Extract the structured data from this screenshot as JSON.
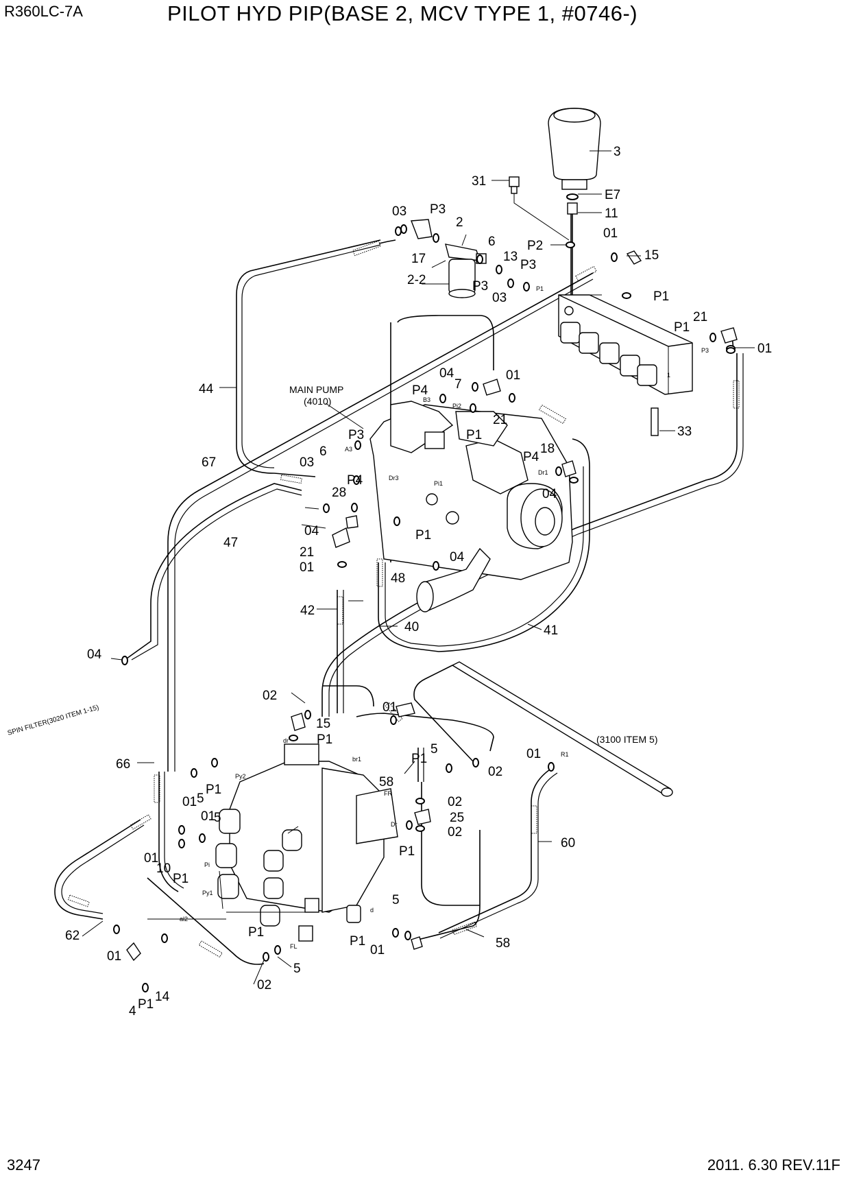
{
  "header": {
    "model": "R360LC-7A",
    "title": "PILOT HYD PIP(BASE 2, MCV TYPE 1, #0746-)"
  },
  "footer": {
    "page_number": "3247",
    "revision": "2011. 6.30  REV.11F"
  },
  "references": {
    "main_pump": "MAIN PUMP",
    "main_pump_group": "(4010)",
    "item_3100": "(3100 ITEM 5)",
    "spin_filter": "SPIN FILTER(3020 ITEM 1-15)"
  },
  "callouts": {
    "c3": "3",
    "c31": "31",
    "cE7": "E7",
    "c11": "11",
    "c03a": "03",
    "cP3a": "P3",
    "c2": "2",
    "c17": "17",
    "c6a": "6",
    "c13": "13",
    "cP3b": "P3",
    "c2_2": "2-2",
    "cP3c": "P3",
    "c03b": "03",
    "cP2": "P2",
    "c01a": "01",
    "c15a": "15",
    "cP1a": "P1",
    "c21a": "21",
    "cP1b": "P1",
    "c01b": "01",
    "c33": "33",
    "c44": "44",
    "c04a": "04",
    "cP4a": "P4",
    "c7": "7",
    "c01c": "01",
    "c21b": "21",
    "cP1c": "P1",
    "cP3d": "P3",
    "c18": "18",
    "cP4b": "P4",
    "c04b": "04",
    "c67": "67",
    "c03c": "03",
    "c6b": "6",
    "cP4c": "P4",
    "c28": "28",
    "c04c": "04",
    "cP1d": "P1",
    "c47": "47",
    "c21c": "21",
    "c01d": "01",
    "c48": "48",
    "c04d": "04",
    "c42": "42",
    "c40": "40",
    "c41": "41",
    "c04e": "04",
    "c02a": "02",
    "c15b": "15",
    "cP1e": "P1",
    "c01e": "01",
    "c5a": "5",
    "cP1f": "P1",
    "c02b": "02",
    "c66": "66",
    "cP1g": "P1",
    "c5b": "5",
    "c01f": "01",
    "c01g": "01",
    "c5c": "5",
    "c58a": "58",
    "c02c": "02",
    "c25": "25",
    "c02d": "02",
    "c01h": "01",
    "c60": "60",
    "cP1h": "P1",
    "c01i": "01",
    "c10": "10",
    "cP1i": "P1",
    "c5d": "5",
    "cP1j": "P1",
    "c58b": "58",
    "c01j": "01",
    "c62": "62",
    "c01k": "01",
    "cP1k": "P1",
    "c02e": "02",
    "c5e": "5",
    "c4": "4",
    "cP1l": "P1",
    "c14": "14"
  },
  "port_labels": {
    "b3": "B3",
    "pi2": "Pi2",
    "a3": "A3",
    "dr3": "Dr3",
    "pi1": "Pi1",
    "dr1": "Dr1",
    "p1_small": "P1",
    "p3_small": "P3",
    "block_1": "1",
    "dr_a": "dr",
    "br1": "br1",
    "fr": "FR",
    "py2": "Py2",
    "py1": "Py1",
    "pi": "Pi",
    "ai2": "al2",
    "dr_b": "Dr",
    "d": "d",
    "fl": "FL",
    "r1": "R1"
  }
}
